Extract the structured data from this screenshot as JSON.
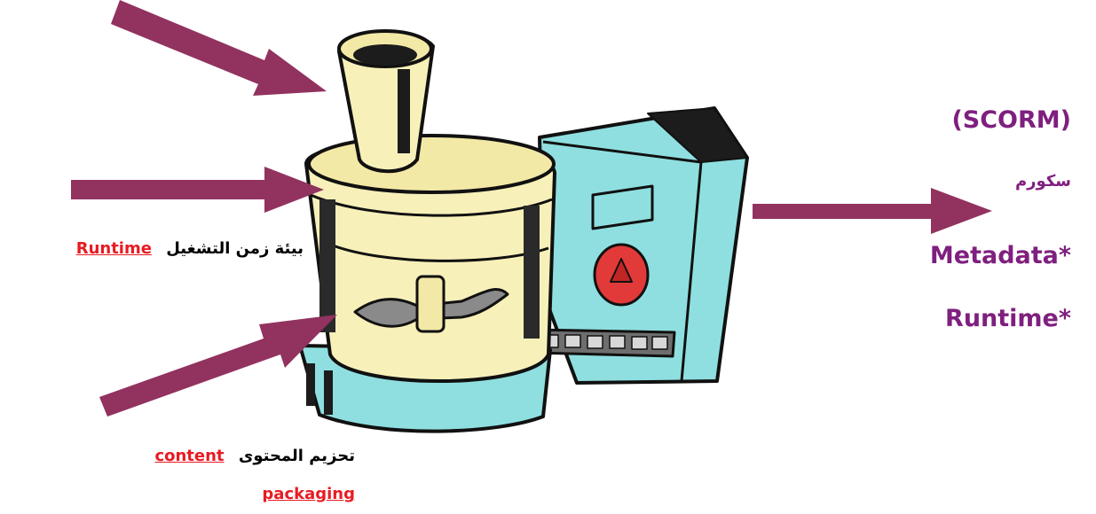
{
  "labels": {
    "scorm": "(SCORM)",
    "scorm_arabic": "سكورم",
    "metadata": "Metadata*",
    "runtime": "Runtime*",
    "runtime_env_ar": "بيئة زمن التشغيل",
    "runtime_env_en": "Runtime",
    "packaging_ar": "تحزيم المحتوى",
    "packaging_en_1": "content",
    "packaging_en_2": "packaging"
  },
  "colors": {
    "arrow": "#92325f",
    "label_purple": "#7f1f7f",
    "link_red": "#e81b22",
    "appliance_yellow": "#f7f0b9",
    "appliance_cyan": "#8fdfe0",
    "knob_red": "#e23a38"
  },
  "icons": [
    "food-processor-illustration",
    "arrow-icon"
  ]
}
